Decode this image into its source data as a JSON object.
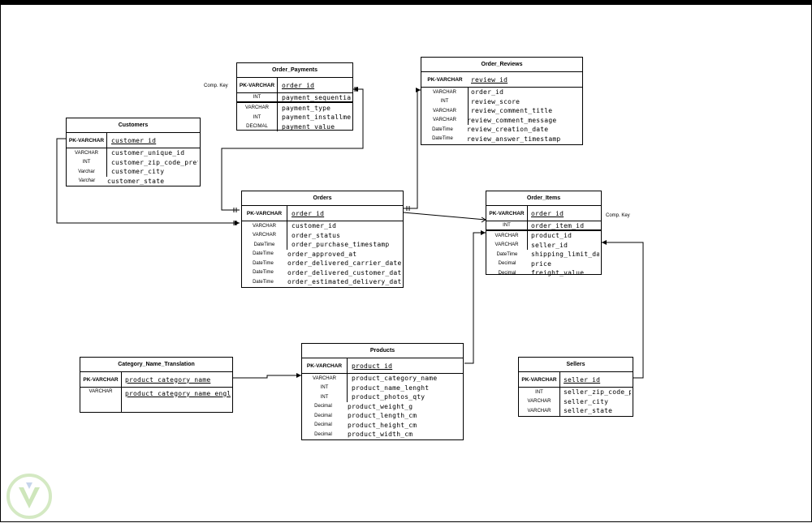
{
  "tables": {
    "order_payments": {
      "title": "Order_Payments",
      "pk": {
        "type": "PK-VARCHAR",
        "name": "order_id"
      },
      "fields": [
        {
          "type": "INT",
          "name": "payment_sequential"
        },
        {
          "type": "VARCHAR",
          "name": "payment_type"
        },
        {
          "type": "INT",
          "name": "payment_installments"
        },
        {
          "type": "DECIMAL",
          "name": "payment_value"
        }
      ],
      "note": "Comp. Key"
    },
    "order_reviews": {
      "title": "Order_Reviews",
      "pk": {
        "type": "PK-VARCHAR",
        "name": "review_id"
      },
      "fields": [
        {
          "type": "VARCHAR",
          "name": "order_id"
        },
        {
          "type": "INT",
          "name": "review_score"
        },
        {
          "type": "VARCHAR",
          "name": "review_comment_title"
        },
        {
          "type": "VARCHAR",
          "name": "review_comment_message"
        },
        {
          "type": "DateTime",
          "name": "review_creation_date"
        },
        {
          "type": "DateTime",
          "name": "review_answer_timestamp"
        }
      ]
    },
    "customers": {
      "title": "Customers",
      "pk": {
        "type": "PK-VARCHAR",
        "name": "customer_id"
      },
      "fields": [
        {
          "type": "VARCHAR",
          "name": "customer_unique_id"
        },
        {
          "type": "INT",
          "name": "customer_zip_code_prefix"
        },
        {
          "type": "Varchar",
          "name": "customer_city"
        },
        {
          "type": "Varchar",
          "name": "customer_state"
        }
      ]
    },
    "orders": {
      "title": "Orders",
      "pk": {
        "type": "PK-VARCHAR",
        "name": "order_id"
      },
      "fields": [
        {
          "type": "VARCHAR",
          "name": "customer_id"
        },
        {
          "type": "VARCHAR",
          "name": "order_status"
        },
        {
          "type": "DateTime",
          "name": "order_purchase_timestamp"
        },
        {
          "type": "DateTime",
          "name": "order_approved_at"
        },
        {
          "type": "DateTime",
          "name": "order_delivered_carrier_date"
        },
        {
          "type": "DateTime",
          "name": "order_delivered_customer_date"
        },
        {
          "type": "DateTime",
          "name": "order_estimated_delivery_date"
        }
      ]
    },
    "order_items": {
      "title": "Order_Items",
      "pk": {
        "type": "PK-VARCHAR",
        "name": "order_id"
      },
      "fields": [
        {
          "type": "INT",
          "name": "order_item_id"
        },
        {
          "type": "VARCHAR",
          "name": "product_id"
        },
        {
          "type": "VARCHAR",
          "name": "seller_id"
        },
        {
          "type": "DateTime",
          "name": "shipping_limit_date"
        },
        {
          "type": "Decimal",
          "name": "price"
        },
        {
          "type": "Decimal",
          "name": "freight_value"
        }
      ],
      "note": "Comp. Key"
    },
    "category_name_translation": {
      "title": "Category_Name_Translation",
      "pk": {
        "type": "PK-VARCHAR",
        "name": "product_category_name"
      },
      "fields": [
        {
          "type": "VARCHAR",
          "name": "product_category_name_english"
        }
      ]
    },
    "products": {
      "title": "Products",
      "pk": {
        "type": "PK-VARCHAR",
        "name": "product_id"
      },
      "fields": [
        {
          "type": "VARCHAR",
          "name": "product_category_name"
        },
        {
          "type": "INT",
          "name": "product_name_lenght"
        },
        {
          "type": "INT",
          "name": "product_photos_qty"
        },
        {
          "type": "Decimal",
          "name": "product_weight_g"
        },
        {
          "type": "Decimal",
          "name": "product_length_cm"
        },
        {
          "type": "Decimal",
          "name": "product_height_cm"
        },
        {
          "type": "Decimal",
          "name": "product_width_cm"
        }
      ]
    },
    "sellers": {
      "title": "Sellers",
      "pk": {
        "type": "PK-VARCHAR",
        "name": "seller_id"
      },
      "fields": [
        {
          "type": "INT",
          "name": "seller_zip_code_prefix"
        },
        {
          "type": "VARCHAR",
          "name": "seller_city"
        },
        {
          "type": "VARCHAR",
          "name": "seller_state"
        }
      ]
    }
  },
  "colors": {
    "line": "#000000",
    "logo_green": "#7fc24a",
    "logo_blue": "#2a4d8f"
  }
}
